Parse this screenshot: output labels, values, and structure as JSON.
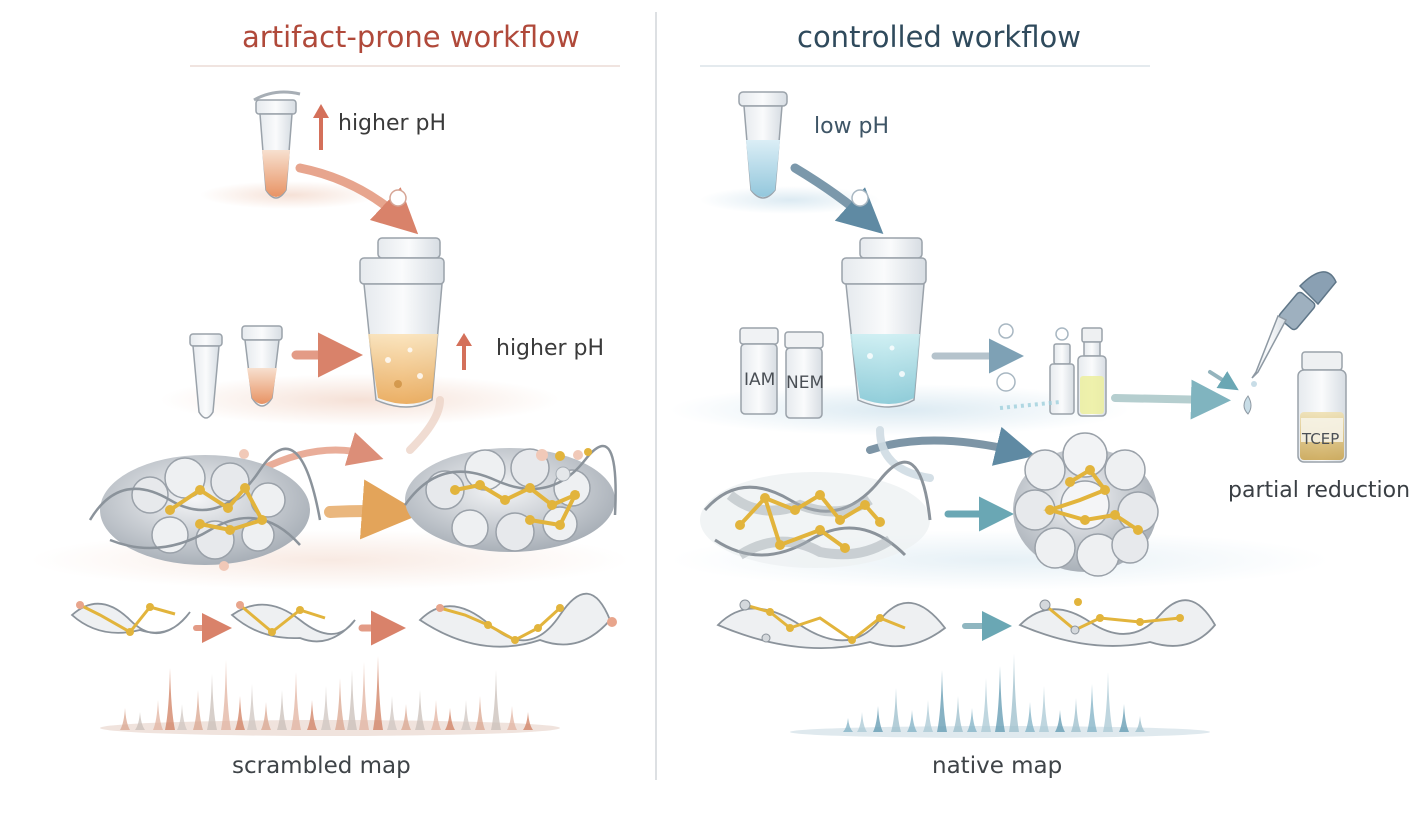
{
  "left_panel": {
    "title": "artifact-prone workflow",
    "ph_label_top": "higher pH",
    "ph_label_mid": "higher pH",
    "footer": "scrambled map"
  },
  "right_panel": {
    "title": "controlled workflow",
    "ph_label_top": "low pH",
    "vial_labels": [
      "IAM",
      "NEM",
      "TCEP"
    ],
    "reduction_label": "partial reduction",
    "footer": "native map"
  },
  "colors": {
    "left_accent": "#c0614a",
    "right_accent": "#3f6f8a",
    "disulfide_gold": "#e2b43c"
  },
  "icons": [
    "tube-icon",
    "filter-cup-icon",
    "vial-icon",
    "dropper-icon",
    "protein-icon",
    "spectrum-icon",
    "arrow-icon"
  ]
}
